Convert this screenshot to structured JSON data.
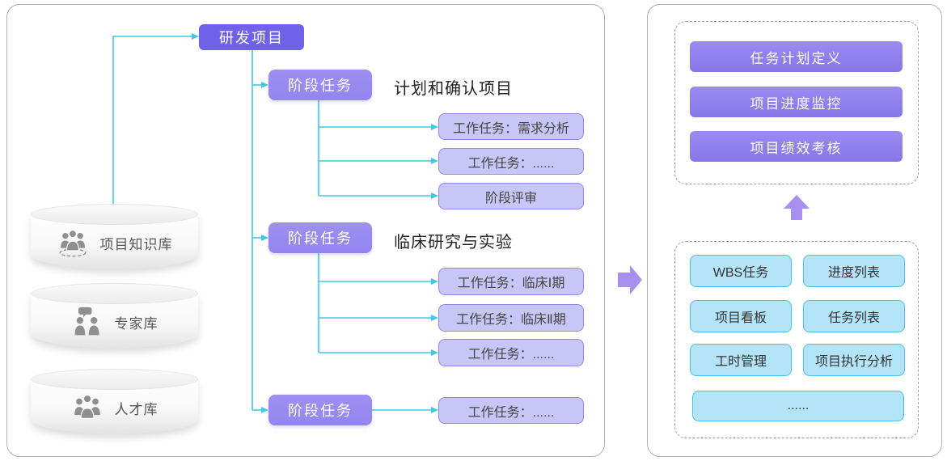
{
  "left_panel": {
    "databases": [
      {
        "label": "项目知识库",
        "icon": "people-group-icon"
      },
      {
        "label": "专家库",
        "icon": "experts-icon"
      },
      {
        "label": "人才库",
        "icon": "talent-icon"
      }
    ],
    "root_label": "研发项目",
    "stages": [
      {
        "label": "阶段任务",
        "title": "计划和确认项目",
        "tasks": [
          "工作任务：需求分析",
          "工作任务：......",
          "阶段评审"
        ]
      },
      {
        "label": "阶段任务",
        "title": "临床研究与实验",
        "tasks": [
          "工作任务：临床Ⅰ期",
          "工作任务：临床Ⅱ期",
          "工作任务：......"
        ]
      },
      {
        "label": "阶段任务",
        "title": "",
        "tasks": [
          "工作任务：......"
        ]
      }
    ]
  },
  "right_panel": {
    "management_buttons": [
      "任务计划定义",
      "项目进度监控",
      "项目绩效考核"
    ],
    "tool_buttons": [
      "WBS任务",
      "进度列表",
      "项目看板",
      "任务列表",
      "工时管理",
      "项目执行分析",
      "......"
    ]
  },
  "colors": {
    "root_box": "#6f61e8",
    "stage_box": "#9285ee",
    "task_fill": "#c8c6f6",
    "task_border": "#9289ec",
    "purple_btn": "#8d7ceb",
    "cyan_fill": "#b4e4f8",
    "cyan_border": "#47c1e9",
    "connector": "#3fc8e9",
    "arrow": "#a98ff0"
  }
}
